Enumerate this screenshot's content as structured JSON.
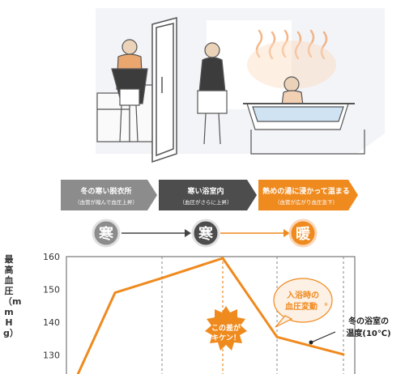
{
  "steps": [
    {
      "title": "冬の寒い脱衣所",
      "sub": "（血管が縮んで血圧上昇）",
      "marker": "寒",
      "color": "#8c8c8c"
    },
    {
      "title": "寒い浴室内",
      "sub": "（血圧がさらに上昇）",
      "marker": "寒",
      "color": "#4d4d4d"
    },
    {
      "title": "熱めの湯に浸かって温まる",
      "sub": "（血管が広がり血圧急下）",
      "marker": "暖",
      "color": "#ef8a1e"
    }
  ],
  "colors": {
    "accent": "#ef8a1e",
    "line": "#ef8a1e",
    "dark": "#4d4d4d",
    "gray": "#8c8c8c"
  },
  "chart_data": {
    "type": "line",
    "ylabel": "最高血圧（mmHg）",
    "ylim": [
      123,
      160
    ],
    "yticks": [
      160,
      150,
      140,
      130
    ],
    "x": [
      0,
      1,
      2,
      3,
      4,
      5
    ],
    "series": [
      {
        "values": [
          123,
          149,
          153.5,
          159.5,
          135.5,
          130.2
        ]
      }
    ],
    "annotations": {
      "burst": "この差が\nキケン！",
      "bubble": "入浴時の\n血圧変動",
      "bubble_mark": "※",
      "note": "冬の浴室の\n温度(10℃)"
    }
  }
}
